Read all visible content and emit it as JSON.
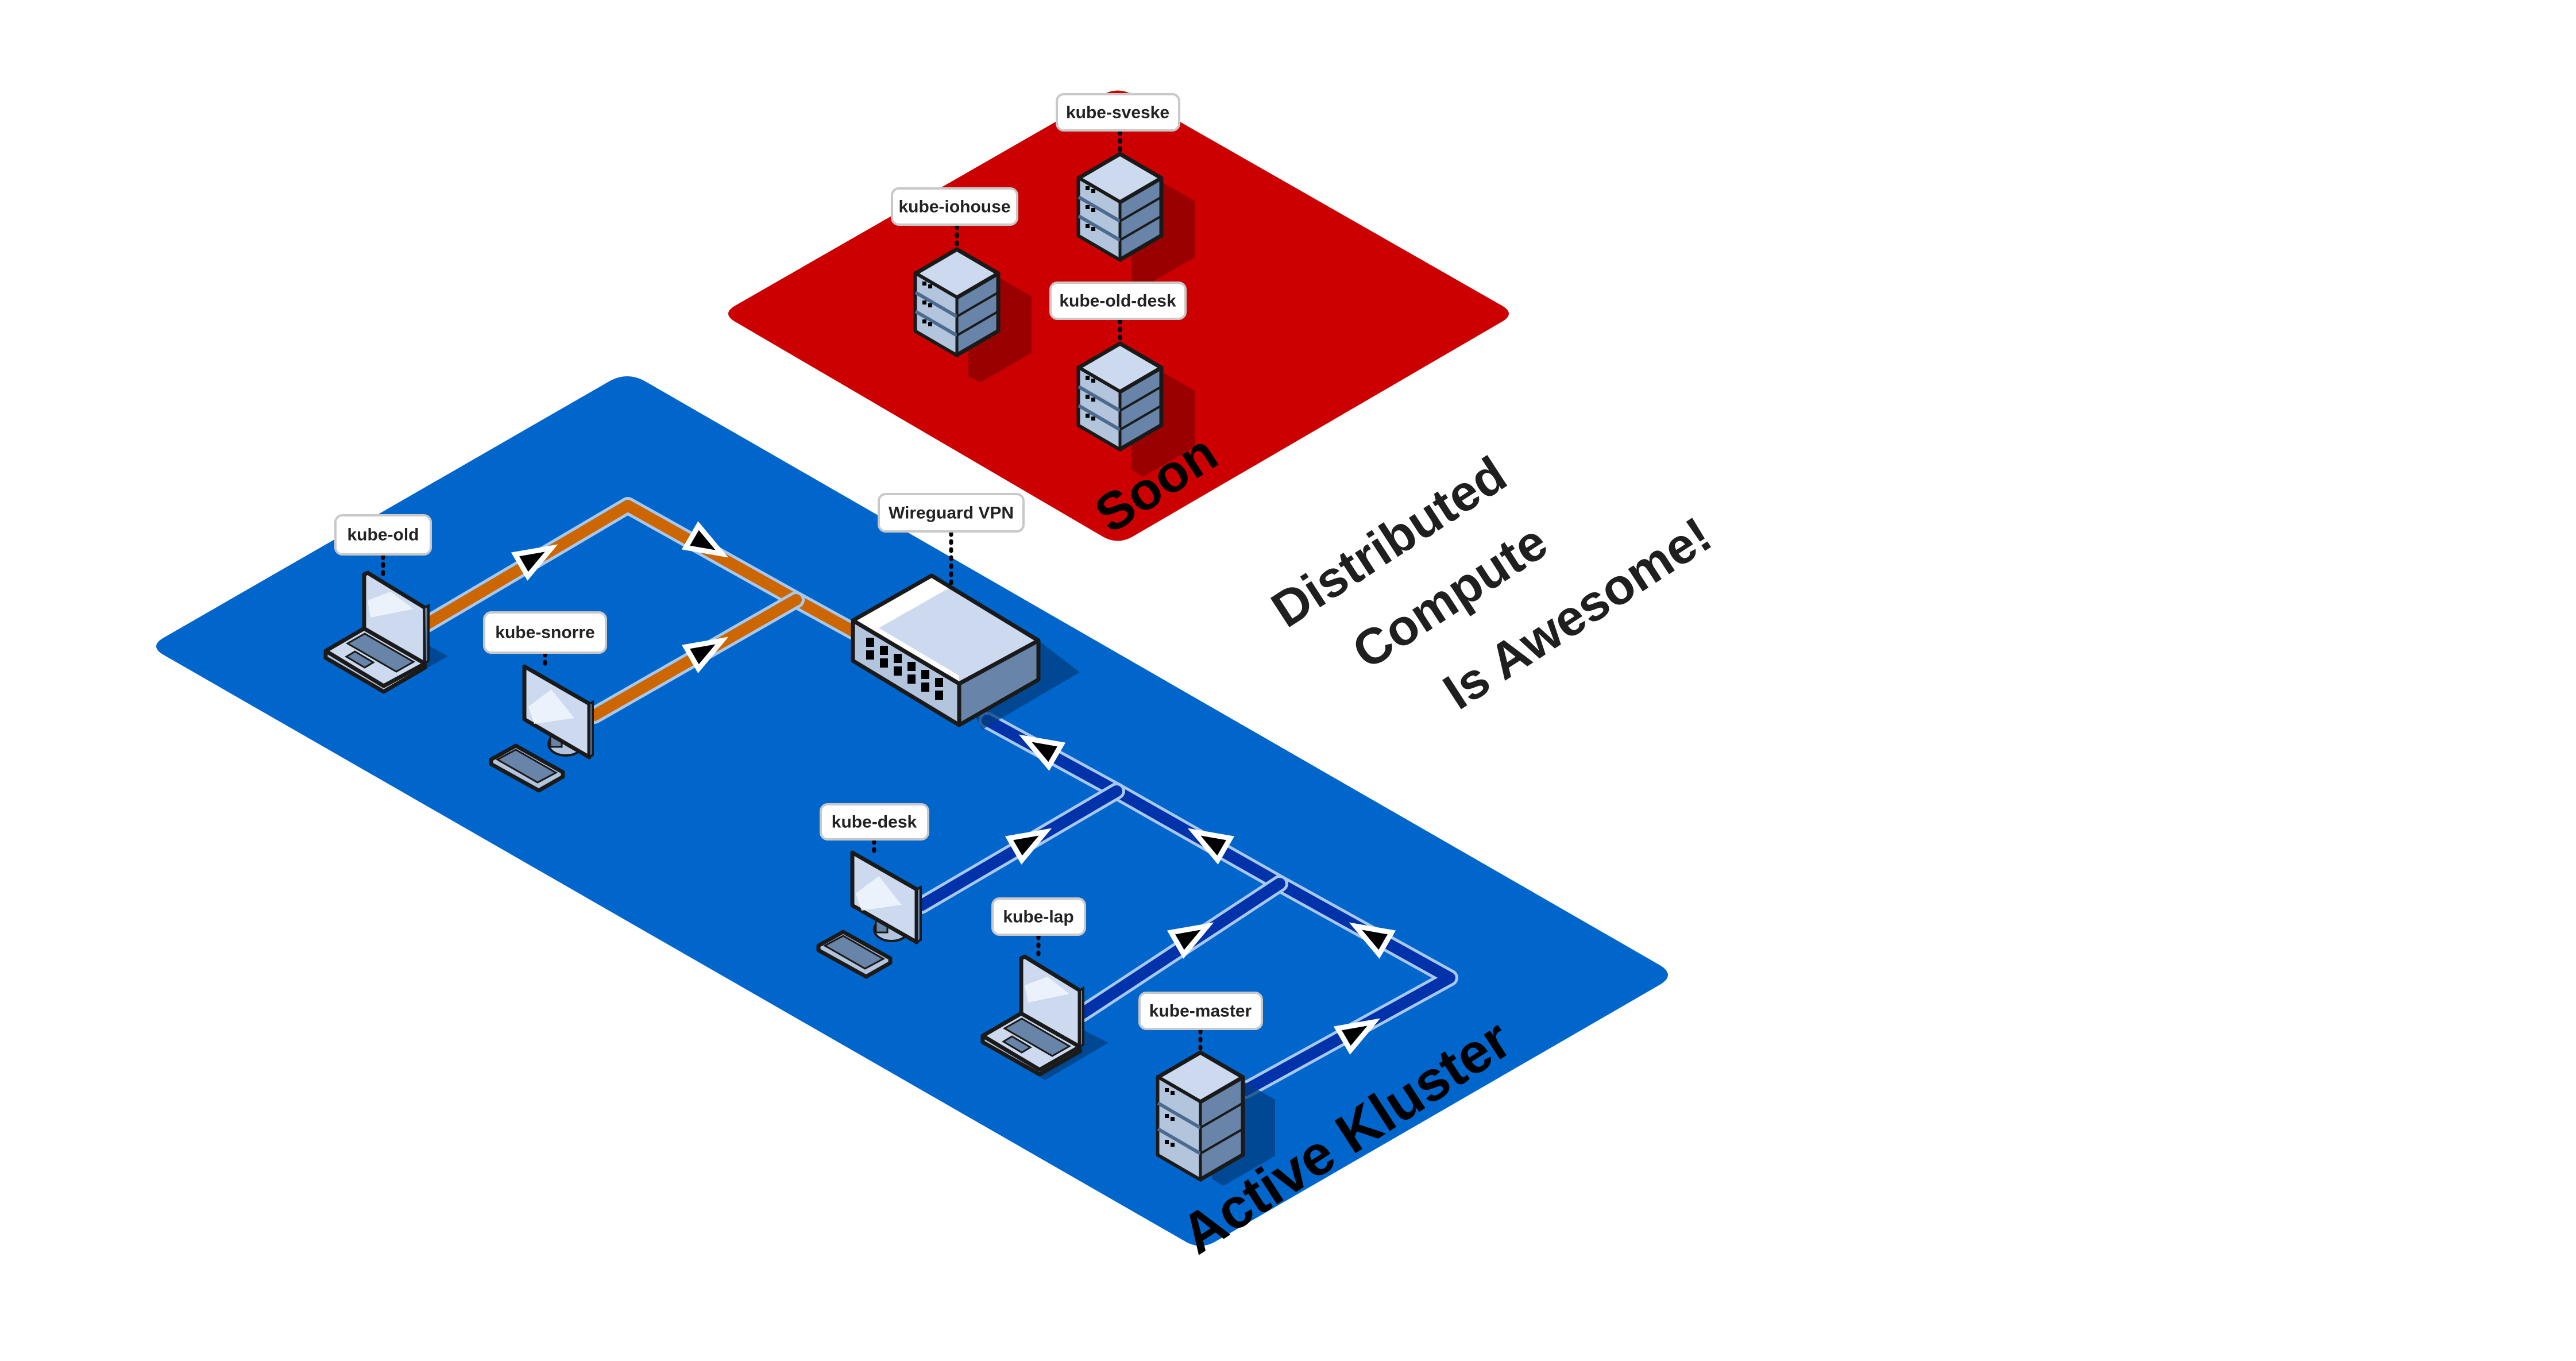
{
  "title": "Distributed Compute Kubernetes Cluster Diagram",
  "colors": {
    "active_zone": "#0066CC",
    "soon_zone": "#CC0000",
    "orange_link": "#CC6600",
    "blue_link": "#0033AA",
    "link_outline": "#A9C8EE",
    "device_top": "#CCD9EE",
    "device_left": "#B3C4DD",
    "device_right": "#6884A8",
    "background": "#FFFFFF"
  },
  "zones": {
    "soon": {
      "label": "Soon",
      "color_key": "soon_zone"
    },
    "active": {
      "label": "Active Kluster",
      "color_key": "active_zone"
    }
  },
  "tagline": {
    "lines": [
      "Distributed",
      "Compute",
      "Is Awesome!"
    ]
  },
  "nodes": {
    "kube_sveske": {
      "label": "kube-sveske",
      "type": "server-icon",
      "zone": "soon"
    },
    "kube_iohouse": {
      "label": "kube-iohouse",
      "type": "server-icon",
      "zone": "soon"
    },
    "kube_old_desk": {
      "label": "kube-old-desk",
      "type": "server-icon",
      "zone": "soon"
    },
    "wireguard_vpn": {
      "label": "Wireguard VPN",
      "type": "switch-icon",
      "zone": "active"
    },
    "kube_old": {
      "label": "kube-old",
      "type": "laptop-icon",
      "zone": "active"
    },
    "kube_snorre": {
      "label": "kube-snorre",
      "type": "desktop-icon",
      "zone": "active"
    },
    "kube_desk": {
      "label": "kube-desk",
      "type": "desktop-icon",
      "zone": "active"
    },
    "kube_lap": {
      "label": "kube-lap",
      "type": "laptop-icon",
      "zone": "active"
    },
    "kube_master": {
      "label": "kube-master",
      "type": "server-icon",
      "zone": "active"
    }
  },
  "links": [
    {
      "from": "kube-old",
      "to": "Wireguard VPN",
      "color_key": "orange_link"
    },
    {
      "from": "kube-snorre",
      "to": "Wireguard VPN",
      "color_key": "orange_link"
    },
    {
      "from": "kube-desk",
      "to": "Wireguard VPN",
      "color_key": "blue_link"
    },
    {
      "from": "kube-lap",
      "to": "Wireguard VPN",
      "color_key": "blue_link"
    },
    {
      "from": "kube-master",
      "to": "Wireguard VPN",
      "color_key": "blue_link"
    }
  ]
}
